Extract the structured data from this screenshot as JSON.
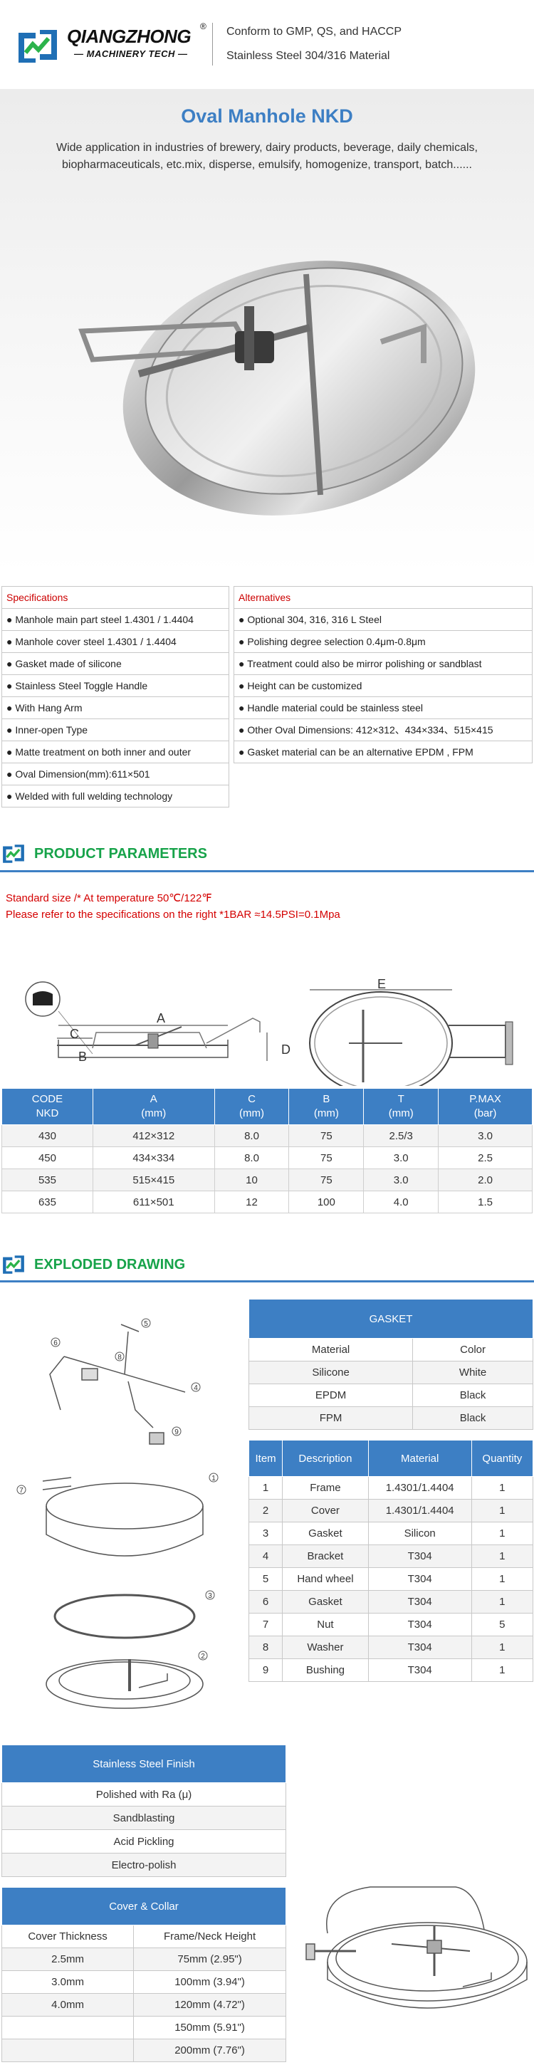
{
  "header": {
    "brand_name": "QIANGZHONG",
    "brand_reg": "®",
    "brand_sub": "— MACHINERY TECH —",
    "tagline_1": "Conform to GMP, QS, and HACCP",
    "tagline_2": "Stainless Steel 304/316 Material"
  },
  "hero": {
    "title": "Oval Manhole NKD",
    "description": "Wide application in industries of brewery, dairy products, beverage, daily chemicals, biopharmaceuticals, etc.mix, disperse, emulsify, homogenize, transport, batch......"
  },
  "specifications": {
    "header": "Specifications",
    "items": [
      "● Manhole main part steel 1.4301 / 1.4404",
      "● Manhole cover steel 1.4301 / 1.4404",
      "● Gasket made of silicone",
      "● Stainless Steel Toggle Handle",
      "● With Hang Arm",
      "● Inner-open Type",
      "● Matte treatment on both inner and outer",
      "● Oval Dimension(mm):611×501",
      "● Welded with full welding technology"
    ]
  },
  "alternatives": {
    "header": "Alternatives",
    "items": [
      "● Optional 304, 316, 316 L Steel",
      "● Polishing degree selection 0.4μm-0.8μm",
      "● Treatment could also be mirror polishing or sandblast",
      "● Height can be customized",
      "● Handle material could be stainless steel",
      "● Other Oval Dimensions: 412×312、434×334、515×415",
      "● Gasket material can be an alternative EPDM , FPM"
    ]
  },
  "product_parameters": {
    "title": "PRODUCT PARAMETERS",
    "note_1": "Standard size /* At temperature 50℃/122℉",
    "note_2": "Please refer to the specifications on the right *1BAR ≈14.5PSI=0.1Mpa",
    "drawing_labels": {
      "a": "A",
      "b": "B",
      "c": "C",
      "d": "D",
      "e": "E"
    },
    "columns": [
      [
        "CODE",
        "NKD"
      ],
      [
        "A",
        "(mm)"
      ],
      [
        "C",
        "(mm)"
      ],
      [
        "B",
        "(mm)"
      ],
      [
        "T",
        "(mm)"
      ],
      [
        "P.MAX",
        "(bar)"
      ]
    ],
    "rows": [
      [
        "430",
        "412×312",
        "8.0",
        "75",
        "2.5/3",
        "3.0"
      ],
      [
        "450",
        "434×334",
        "8.0",
        "75",
        "3.0",
        "2.5"
      ],
      [
        "535",
        "515×415",
        "10",
        "75",
        "3.0",
        "2.0"
      ],
      [
        "635",
        "611×501",
        "12",
        "100",
        "4.0",
        "1.5"
      ]
    ]
  },
  "exploded_drawing": {
    "title": "EXPLODED DRAWING",
    "callouts": [
      "1",
      "2",
      "3",
      "4",
      "5",
      "6",
      "7",
      "8",
      "9"
    ],
    "gasket_table": {
      "title": "GASKET",
      "columns": [
        "Material",
        "Color"
      ],
      "rows": [
        [
          "Silicone",
          "White"
        ],
        [
          "EPDM",
          "Black"
        ],
        [
          "FPM",
          "Black"
        ]
      ]
    },
    "items_table": {
      "columns": [
        "Item",
        "Description",
        "Material",
        "Quantity"
      ],
      "rows": [
        [
          "1",
          "Frame",
          "1.4301/1.4404",
          "1"
        ],
        [
          "2",
          "Cover",
          "1.4301/1.4404",
          "1"
        ],
        [
          "3",
          "Gasket",
          "Silicon",
          "1"
        ],
        [
          "4",
          "Bracket",
          "T304",
          "1"
        ],
        [
          "5",
          "Hand wheel",
          "T304",
          "1"
        ],
        [
          "6",
          "Gasket",
          "T304",
          "1"
        ],
        [
          "7",
          "Nut",
          "T304",
          "5"
        ],
        [
          "8",
          "Washer",
          "T304",
          "1"
        ],
        [
          "9",
          "Bushing",
          "T304",
          "1"
        ]
      ]
    }
  },
  "finish_table": {
    "title": "Stainless Steel Finish",
    "rows": [
      "Polished with Ra (μ)",
      "Sandblasting",
      "Acid Pickling",
      "Electro-polish"
    ]
  },
  "cover_table": {
    "title": "Cover & Collar",
    "columns": [
      "Cover Thickness",
      "Frame/Neck Height"
    ],
    "rows": [
      [
        "2.5mm",
        "75mm (2.95\")"
      ],
      [
        "3.0mm",
        "100mm (3.94\")"
      ],
      [
        "4.0mm",
        "120mm (4.72\")"
      ],
      [
        "",
        "150mm (5.91\")"
      ],
      [
        "",
        "200mm (7.76\")"
      ]
    ]
  },
  "colors": {
    "accent_blue": "#3d7fc4",
    "section_green": "#17a34a",
    "note_red": "#d40000"
  }
}
